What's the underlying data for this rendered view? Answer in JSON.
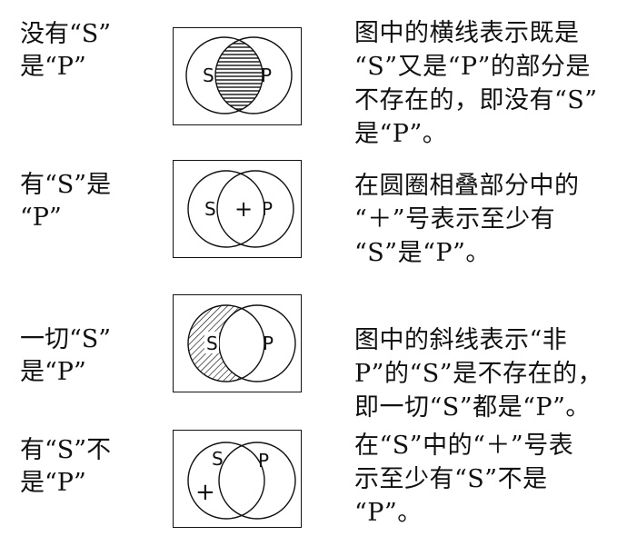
{
  "rows": [
    {
      "label": "没有“S”\n是“P”",
      "desc": "图中的横线表示既是\n“S”又是“P”的部分是\n不存在的，即没有“S”\n是“P”。",
      "diagram": {
        "s": "S",
        "p": "P",
        "mark": ""
      }
    },
    {
      "label": "有“S”是\n“P”",
      "desc": "在圆圈相叠部分中的\n“＋”号表示至少有\n“S”是“P”。",
      "diagram": {
        "s": "S",
        "p": "P",
        "mark": "+"
      }
    },
    {
      "label": "一切“S”\n是“P”",
      "desc": "图中的斜线表示“非\nP”的“S”是不存在的，\n即一切“S”都是“P”。",
      "diagram": {
        "s": "S",
        "p": "P",
        "mark": ""
      }
    },
    {
      "label": "有“S”不\n是“P”",
      "desc": "在“S”中的“＋”号表\n示至少有“S”不是\n“P”。",
      "diagram": {
        "s": "S",
        "p": "P",
        "mark": "+"
      }
    }
  ]
}
